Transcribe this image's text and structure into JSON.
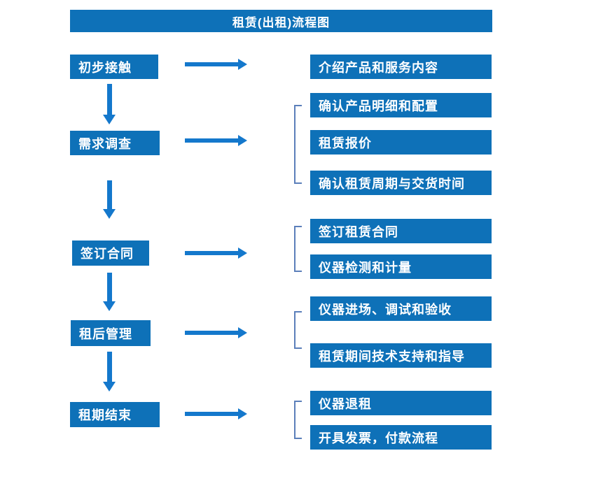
{
  "title": "租赁(出租)流程图",
  "colors": {
    "primary": "#0E71B8",
    "arrow": "#1478CC",
    "bracket": "#5B7FBA",
    "text": "#FFFFFF",
    "background": "#FFFFFF"
  },
  "flow": {
    "steps": [
      {
        "label": "初步接触",
        "details": [
          "介绍产品和服务内容"
        ]
      },
      {
        "label": "需求调查",
        "details": [
          "确认产品明细和配置",
          "租赁报价",
          "确认租赁周期与交货时间"
        ]
      },
      {
        "label": "签订合同",
        "details": [
          "签订租赁合同",
          "仪器检测和计量"
        ]
      },
      {
        "label": "租后管理",
        "details": [
          "仪器进场、调试和验收",
          "租赁期间技术支持和指导"
        ]
      },
      {
        "label": "租期结束",
        "details": [
          "仪器退租",
          "开具发票，付款流程"
        ]
      }
    ]
  }
}
